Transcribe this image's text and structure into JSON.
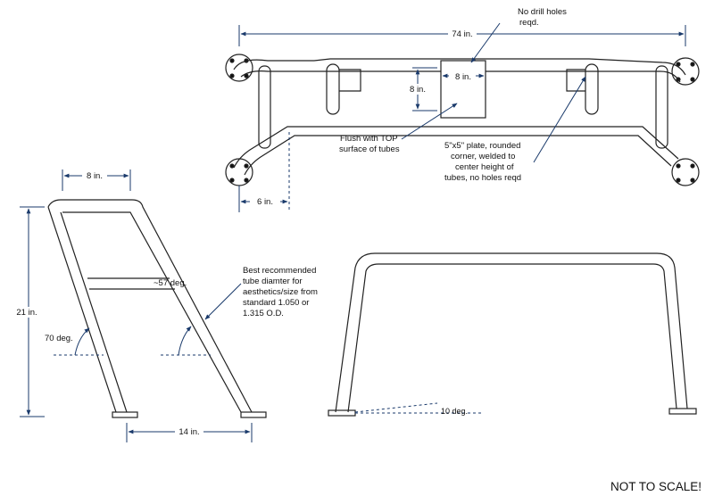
{
  "top_view": {
    "dim_width": "74 in.",
    "dim_plate_width": "8 in.",
    "dim_plate_height": "8 in.",
    "dim_offset": "6  in.",
    "note_drill": [
      "No drill holes",
      "reqd."
    ],
    "note_flush": [
      "Flush with TOP",
      "surface of tubes"
    ],
    "note_plate": [
      "5\"x5\" plate, rounded",
      "corner, welded to",
      "center height of",
      "tubes, no holes reqd"
    ]
  },
  "side_view": {
    "dim_top": "8 in.",
    "dim_height": "21 in.",
    "dim_base": "14 in.",
    "angle_left": "70 deg.",
    "angle_brace": "~57 deg.",
    "note_tube": [
      "Best recommended",
      "tube diamter for",
      "aesthetics/size from",
      "standard 1.050 or",
      "1.315 O.D."
    ]
  },
  "front_view": {
    "angle_base": "10 deg."
  },
  "footer": {
    "note": "NOT TO SCALE!"
  }
}
